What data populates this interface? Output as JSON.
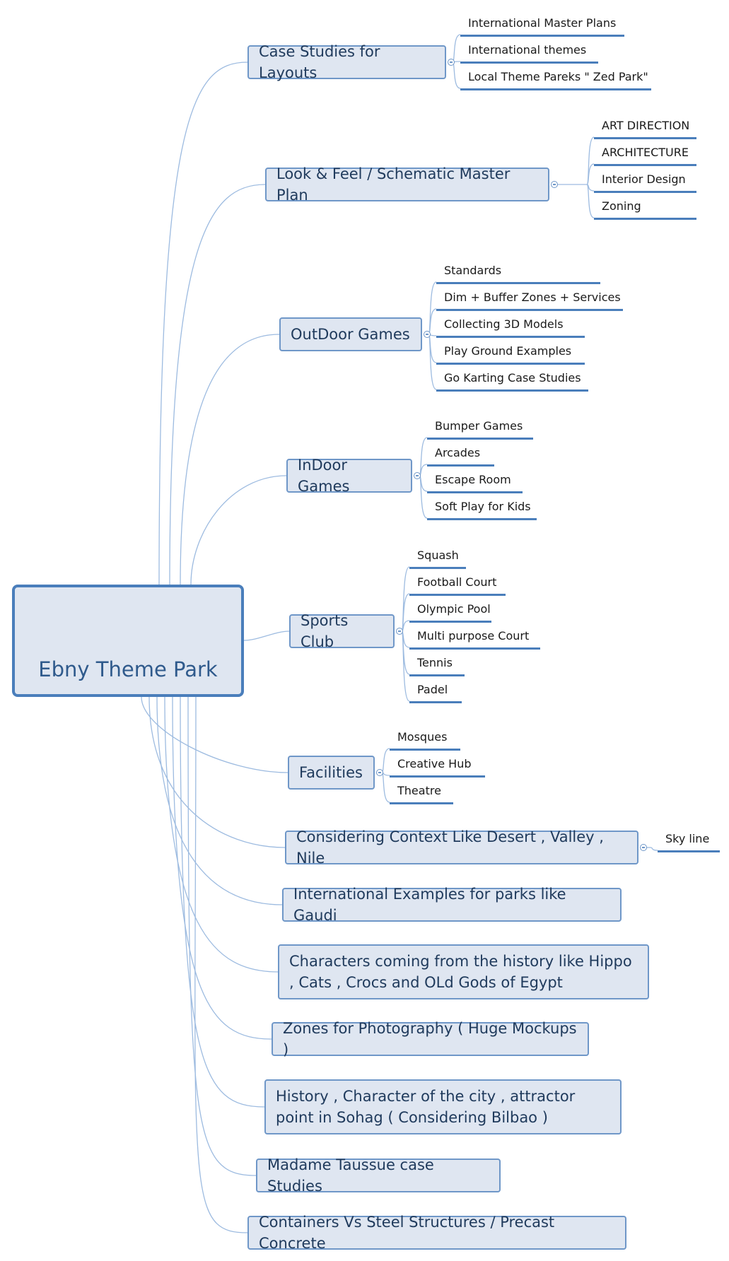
{
  "central_topic": "Ebny Theme Park",
  "topics": [
    {
      "label": "Case Studies for Layouts",
      "subtopics": [
        "International Master Plans",
        "International themes",
        "Local Theme Pareks \" Zed Park\""
      ]
    },
    {
      "label": "Look & Feel / Schematic Master Plan",
      "subtopics": [
        "ART DIRECTION",
        "ARCHITECTURE",
        "Interior Design",
        "Zoning"
      ]
    },
    {
      "label": "OutDoor Games",
      "subtopics": [
        "Standards",
        "Dim + Buffer Zones + Services",
        "Collecting 3D Models",
        "Play Ground Examples",
        "Go Karting Case Studies"
      ]
    },
    {
      "label": "InDoor Games",
      "subtopics": [
        "Bumper Games",
        "Arcades",
        "Escape Room",
        "Soft Play for Kids"
      ]
    },
    {
      "label": "Sports Club",
      "subtopics": [
        "Squash",
        "Football Court",
        "Olympic Pool",
        "Multi purpose Court",
        "Tennis",
        "Padel"
      ]
    },
    {
      "label": "Facilities",
      "subtopics": [
        "Mosques",
        "Creative Hub",
        "Theatre"
      ]
    },
    {
      "label": "Considering Context Like Desert , Valley , Nile",
      "subtopics": [
        "Sky line"
      ]
    },
    {
      "label": "International Examples for parks like Gaudi",
      "subtopics": []
    },
    {
      "label": "Characters coming from the history like Hippo , Cats , Crocs and OLd Gods of Egypt",
      "subtopics": []
    },
    {
      "label": "Zones for Photography ( Huge Mockups )",
      "subtopics": []
    },
    {
      "label": "History ,  Character of the city , attractor point in Sohag ( Considering Bilbao )",
      "subtopics": []
    },
    {
      "label": "Madame Taussue case Studies",
      "subtopics": []
    },
    {
      "label": "Containers Vs Steel Structures / Precast Concrete",
      "subtopics": []
    }
  ],
  "colors": {
    "topic_fill": "#dfe6f1",
    "topic_border": "#6f97c8",
    "central_border": "#4a7ebb",
    "central_text": "#2f5a8c",
    "connector": "#9dbbe0",
    "subtopic_underline": "#4a7ebb"
  },
  "icons": [
    "collapse-toggle-icon"
  ]
}
